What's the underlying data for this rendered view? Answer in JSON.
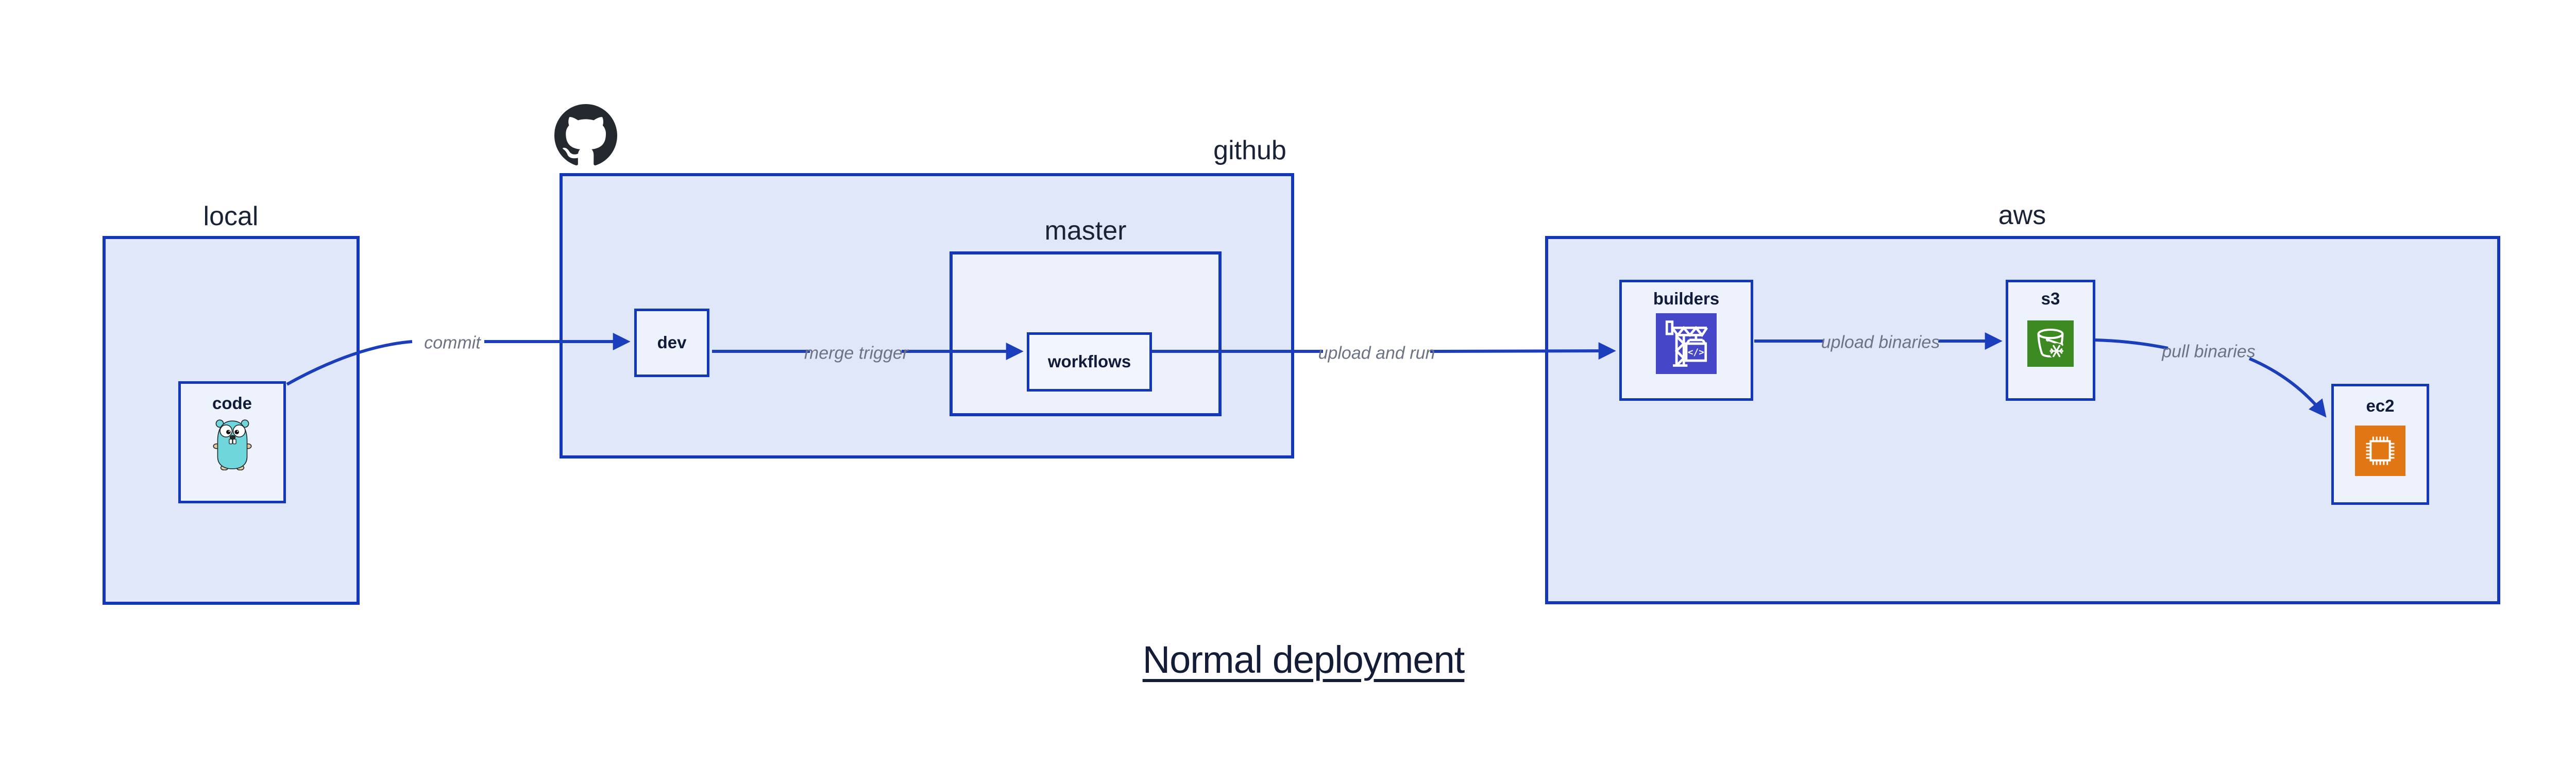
{
  "diagram": {
    "title": "Normal deployment",
    "groups": {
      "local": {
        "label": "local"
      },
      "github": {
        "label": "github"
      },
      "master": {
        "label": "master"
      },
      "aws": {
        "label": "aws"
      }
    },
    "nodes": {
      "code": {
        "label": "code"
      },
      "dev": {
        "label": "dev"
      },
      "workflows": {
        "label": "workflows"
      },
      "builders": {
        "label": "builders"
      },
      "s3": {
        "label": "s3"
      },
      "ec2": {
        "label": "ec2"
      }
    },
    "edges": {
      "commit": {
        "label": "commit"
      },
      "merge_trigger": {
        "label": "merge trigger"
      },
      "upload_and_run": {
        "label": "upload and run"
      },
      "upload_binaries": {
        "label": "upload binaries"
      },
      "pull_binaries": {
        "label": "pull binaries"
      }
    },
    "icons": {
      "github_logo": "octocat-logo",
      "code_icon": "go-gopher",
      "builders_icon": "aws-codebuild-crane",
      "s3_icon": "aws-s3-bucket-snowflake",
      "ec2_icon": "aws-ec2-chip",
      "codebuild_glyph": "</>"
    },
    "colors": {
      "background": "#ffffff",
      "container_border": "#1237b8",
      "container_fill": "#e0e7f8",
      "inner_container_fill": "#ecf0fb",
      "node_fill": "#eef2fd",
      "arrow": "#1b3fbc",
      "edge_label_text": "#6d7384",
      "node_label_text": "#111b3a",
      "group_label_text": "#1a2236",
      "title_text": "#141d38",
      "octocat_black": "#24292f",
      "gopher_teal": "#6fd6dc",
      "gopher_paw_tan": "#e8c79b",
      "codebuild_purple": "#4547c8",
      "s3_green": "#3e8a22",
      "ec2_orange": "#e07614"
    }
  }
}
